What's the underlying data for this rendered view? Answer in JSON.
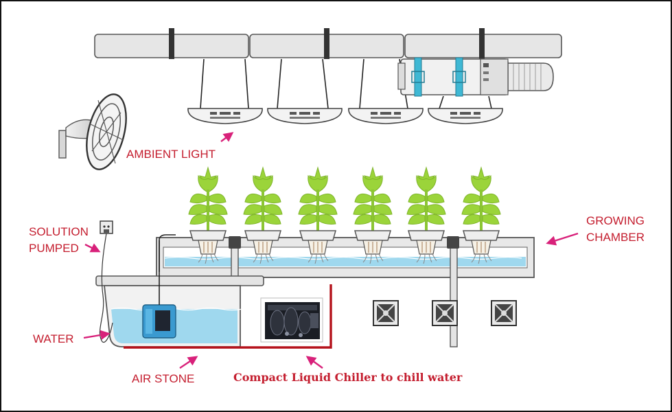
{
  "labels": {
    "ambient_light": "AMBIENT LIGHT",
    "growing_chamber_line1": "GROWING",
    "growing_chamber_line2": "CHAMBER",
    "solution_pumped_line1": "SOLUTION",
    "solution_pumped_line2": "PUMPED",
    "water": "WATER",
    "air_stone": "AIR STONE",
    "chiller": "Compact Liquid Chiller to chill water"
  },
  "colors": {
    "label_red": "#c41d2e",
    "arrow_magenta": "#d8217a",
    "leaf_green": "#9bd43a",
    "water_blue": "#9fd8ee",
    "pump_blue": "#3a9ad0",
    "strap_teal": "#3fb8d4",
    "chiller_frame_red": "#b5121b"
  },
  "icons": {
    "fan": "wall-fan-icon",
    "light": "grow-light-fixture-icon",
    "duct": "ventilation-duct-icon",
    "plant": "seedling-icon",
    "outlet": "power-outlet-icon",
    "exhaust": "exhaust-fan-icon",
    "pump": "water-pump-icon",
    "chiller": "liquid-chiller-icon"
  }
}
